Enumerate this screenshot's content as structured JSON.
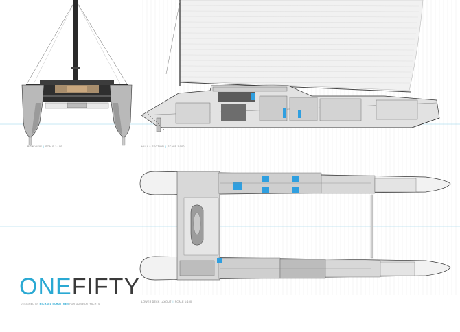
{
  "views": {
    "bow": {
      "name": "BOW VIEW",
      "scale": "SCALE 1:100"
    },
    "hull": {
      "name": "HULL & SECTION",
      "scale": "SCALE 1:100"
    },
    "deck": {
      "name": "LOWER DECK LAYOUT",
      "scale": "SCALE 1:100"
    }
  },
  "brand": {
    "part1": "ONE",
    "part2": "FIFTY"
  },
  "credit": {
    "prefix": "DESIGNED BY",
    "designer": "MICHAEL SCHUTTKEN",
    "suffix": "FOR GUNBOAT YACHTS"
  },
  "colors": {
    "accent": "#2aa9d3",
    "room_blue": "#2f9fe0",
    "hull_dark": "#2f2f2f",
    "line": "#555555"
  }
}
